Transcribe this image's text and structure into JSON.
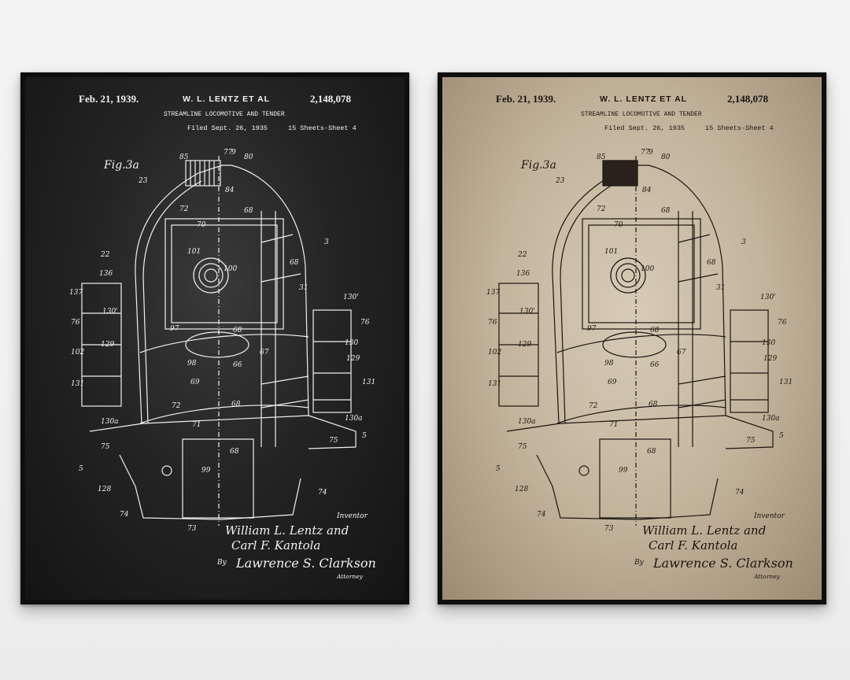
{
  "posters": [
    {
      "style": "chalkboard",
      "bg": "#1e1e1e",
      "ink": "#f2f2f2",
      "header": {
        "date": "Feb. 21, 1939.",
        "inventor": "W. L. LENTZ ET AL",
        "patent_number": "2,148,078",
        "title": "STREAMLINE LOCOMOTIVE AND TENDER",
        "filed": "Filed Sept. 26, 1935",
        "sheets": "15 Sheets-Sheet 4"
      },
      "figure_label": "Fig.3a",
      "signature": {
        "inventor_label": "Inventor",
        "line1": "William L. Lentz and",
        "line2": "Carl F. Kantola",
        "by_label": "By",
        "attorney_name": "Lawrence S. Clarkson",
        "attorney_label": "Attorney"
      }
    },
    {
      "style": "vintage",
      "bg": "#c3b49c",
      "ink": "#1b1510",
      "header": {
        "date": "Feb. 21, 1939.",
        "inventor": "W. L. LENTZ ET AL",
        "patent_number": "2,148,078",
        "title": "STREAMLINE LOCOMOTIVE AND TENDER",
        "filed": "Filed Sept. 26, 1935",
        "sheets": "15 Sheets-Sheet 4"
      },
      "figure_label": "Fig.3a",
      "signature": {
        "inventor_label": "Inventor",
        "line1": "William L. Lentz and",
        "line2": "Carl F. Kantola",
        "by_label": "By",
        "attorney_name": "Lawrence S. Clarkson",
        "attorney_label": "Attorney"
      }
    }
  ],
  "reference_numerals": [
    "85",
    "77",
    "9",
    "80",
    "23",
    "84",
    "72",
    "68",
    "70",
    "3",
    "22",
    "101",
    "100",
    "68",
    "136",
    "31",
    "137",
    "130'",
    "130'",
    "76",
    "76",
    "97",
    "68",
    "102",
    "129",
    "67",
    "130",
    "129",
    "98",
    "69",
    "66",
    "131",
    "131",
    "72",
    "68",
    "71",
    "130a",
    "130a",
    "75",
    "75",
    "5",
    "5",
    "68",
    "99",
    "128",
    "74",
    "74",
    "73"
  ]
}
